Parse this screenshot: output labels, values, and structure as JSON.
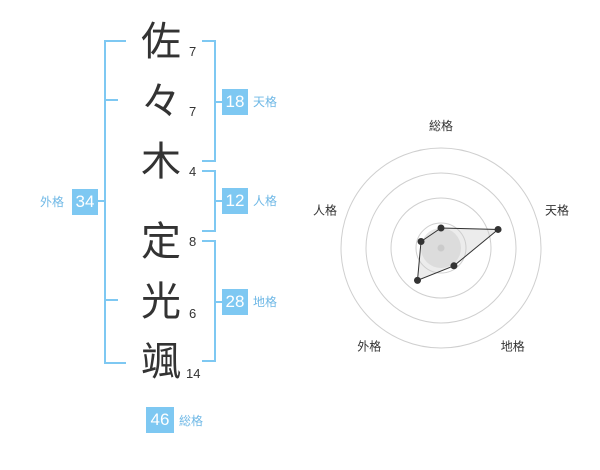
{
  "name": {
    "chars": [
      {
        "char": "佐",
        "strokes": "7"
      },
      {
        "char": "々",
        "strokes": "7"
      },
      {
        "char": "木",
        "strokes": "4"
      },
      {
        "char": "定",
        "strokes": "8"
      },
      {
        "char": "光",
        "strokes": "6"
      },
      {
        "char": "颯",
        "strokes": "14"
      }
    ]
  },
  "kaku": {
    "tenkaku": {
      "value": "18",
      "label": "天格"
    },
    "jinkaku": {
      "value": "12",
      "label": "人格"
    },
    "chikaku": {
      "value": "28",
      "label": "地格"
    },
    "gaikaku": {
      "value": "34",
      "label": "外格"
    },
    "soukaku": {
      "value": "46",
      "label": "総格"
    }
  },
  "colors": {
    "accent": "#7ec8f2",
    "accent_text": "#6fb8e6",
    "ink": "#333333"
  },
  "chart_data": {
    "type": "radar",
    "axes": [
      "総格",
      "天格",
      "地格",
      "外格",
      "人格"
    ],
    "values": [
      0.2,
      0.6,
      0.22,
      0.4,
      0.21
    ],
    "rings": 4,
    "range": [
      0,
      1
    ]
  }
}
